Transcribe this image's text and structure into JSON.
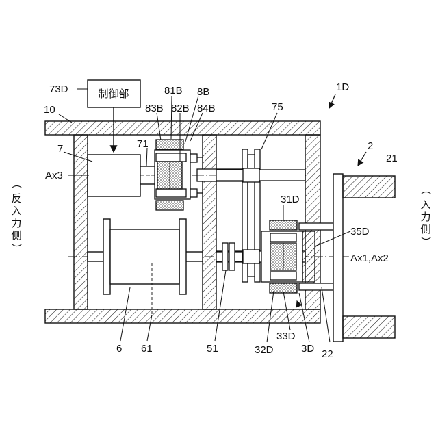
{
  "labels": {
    "controller_ref": "73D",
    "controller_box": "制御部",
    "frame": "10",
    "motor": "7",
    "axis3": "Ax3",
    "motor_shaft": "71",
    "l81B": "81B",
    "l8B": "8B",
    "l83B": "83B",
    "l82B": "82B",
    "l84B": "84B",
    "belt": "75",
    "device": "1D",
    "assembly2": "2",
    "arm21": "21",
    "l31D": "31D",
    "l35D": "35D",
    "axis12": "Ax1,Ax2",
    "drum": "6",
    "l61": "61",
    "l51": "51",
    "l32D": "32D",
    "l33D": "33D",
    "l3D": "3D",
    "l22": "22"
  },
  "side_labels": {
    "left": [
      "（",
      "反",
      "入",
      "力",
      "側",
      "）"
    ],
    "right": [
      "（",
      "入",
      "力",
      "側",
      "）"
    ]
  }
}
